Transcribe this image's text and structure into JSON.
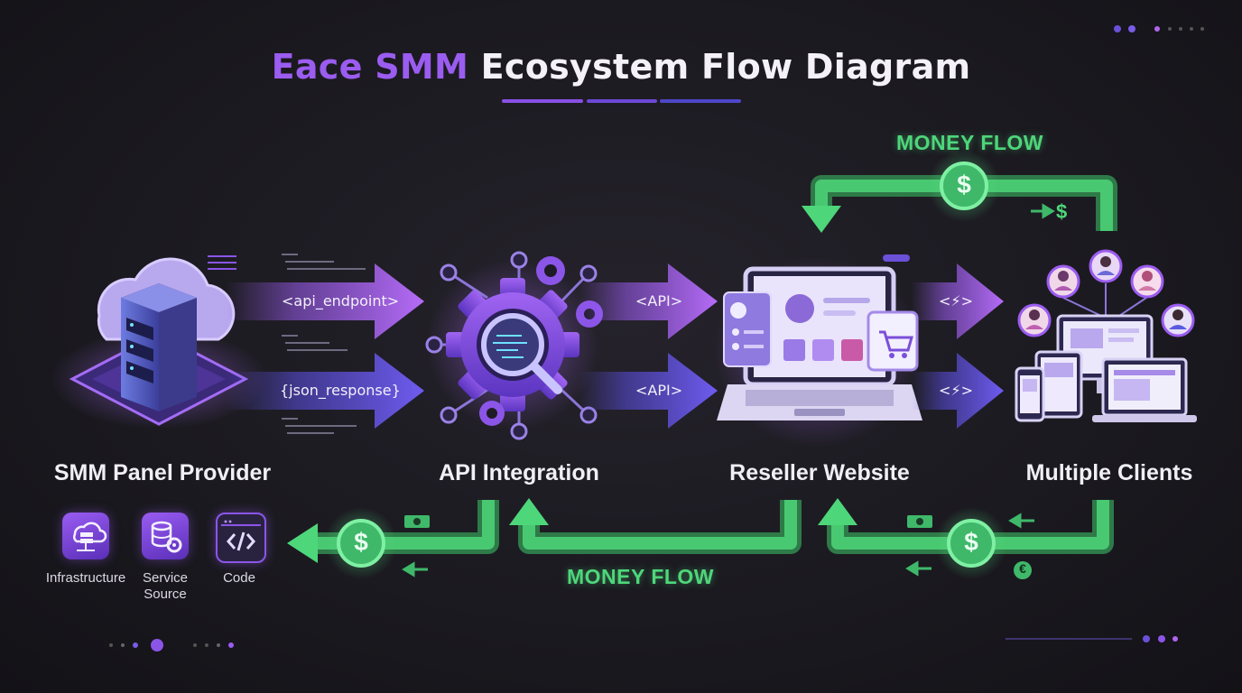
{
  "title": {
    "highlight": "Eace SMM",
    "rest": "Ecosystem  Flow Diagram"
  },
  "nodes": [
    {
      "id": "provider",
      "label": "SMM Panel Provider"
    },
    {
      "id": "api",
      "label": "API Integration"
    },
    {
      "id": "reseller",
      "label": "Reseller Website"
    },
    {
      "id": "clients",
      "label": "Multiple Clients"
    }
  ],
  "arrows": {
    "api_endpoint": "<api_endpoint>",
    "json_response": "{json_response}",
    "api_top": "<API>",
    "api_bottom": "<API>",
    "bolt_top": "<⚡>",
    "bolt_bottom": "<⚡>"
  },
  "money": {
    "top_label": "MONEY FLOW",
    "bottom_label": "MONEY FLOW",
    "dollar": "$",
    "arrow_dollar": "→ $",
    "euro": "€"
  },
  "provider_sub": [
    {
      "label": "Infrastructure",
      "icon": "cloud-server-icon"
    },
    {
      "label": "Service\nSource",
      "icon": "database-gear-icon"
    },
    {
      "label": "Code",
      "icon": "code-icon"
    }
  ],
  "colors": {
    "purple": "#9b5cf0",
    "indigo": "#5b4fe0",
    "green": "#4ed67a",
    "background": "#1b1a20"
  }
}
